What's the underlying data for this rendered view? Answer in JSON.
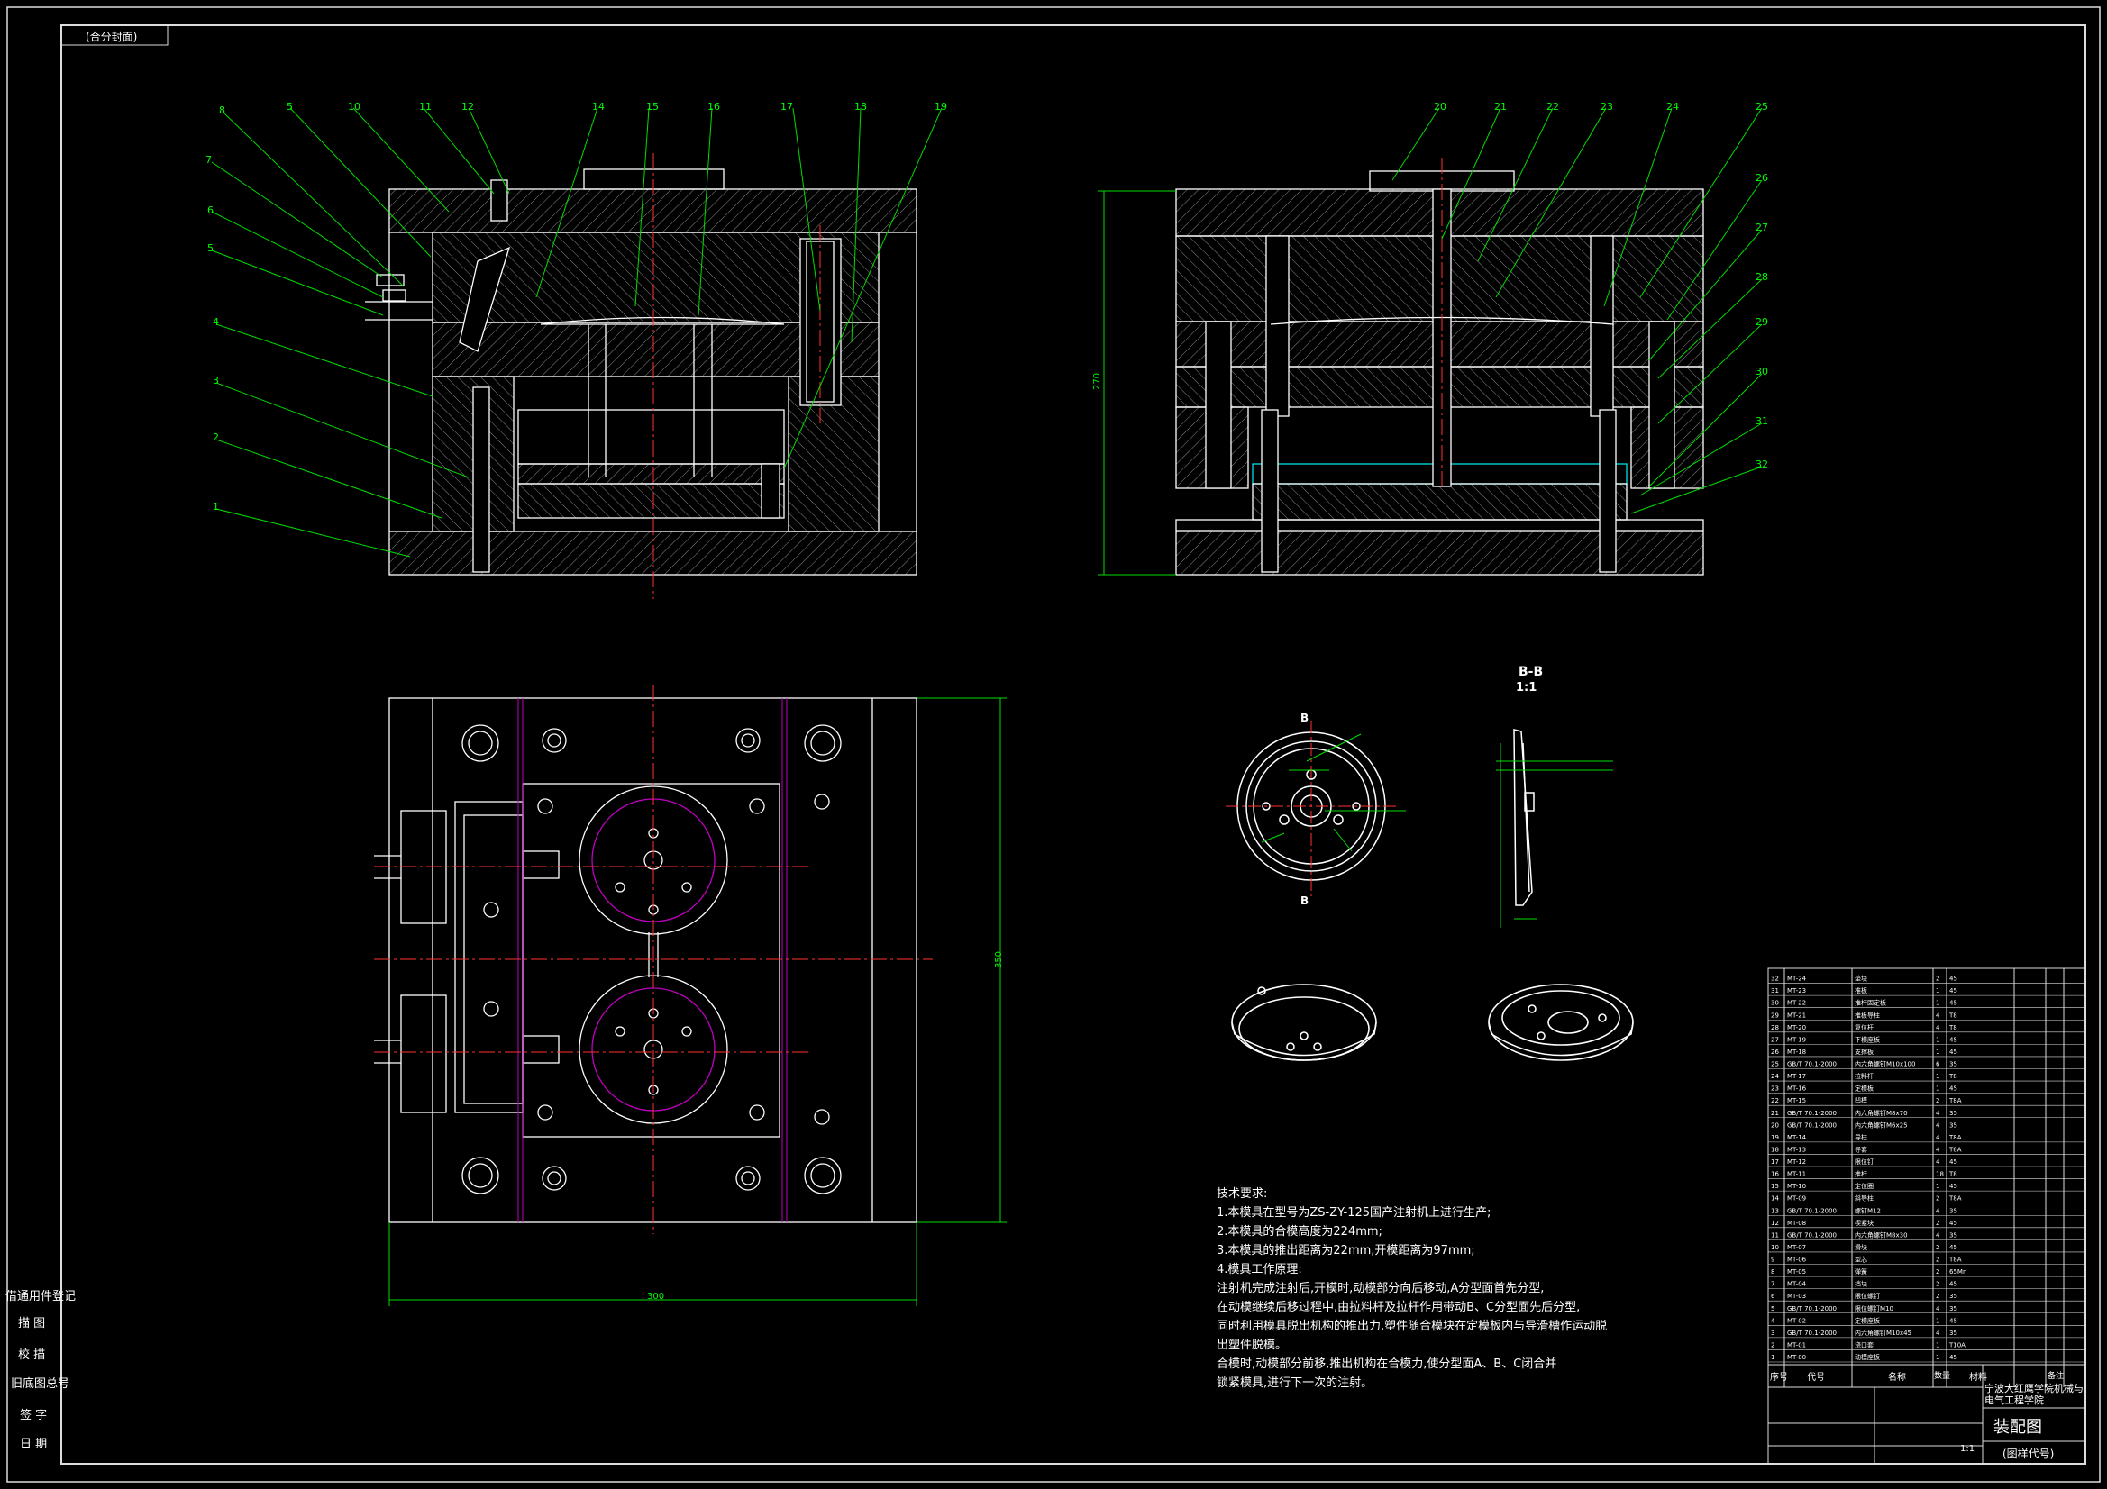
{
  "sheet": {
    "corner_label": "(合分封面)",
    "side_labels": [
      "借通用件登记",
      "描 图",
      "校 描",
      "旧底图总号",
      "签 字",
      "日 期"
    ]
  },
  "balloons_left": [
    "8",
    "5",
    "10",
    "11",
    "12",
    "14",
    "15",
    "16",
    "17",
    "18",
    "19",
    "7",
    "6",
    "5",
    "4",
    "3",
    "2",
    "1"
  ],
  "balloons_right": [
    "20",
    "21",
    "22",
    "23",
    "24",
    "25",
    "26",
    "27",
    "28",
    "29",
    "30",
    "31",
    "32"
  ],
  "section_view": {
    "title": "B-B",
    "scale": "1:1",
    "cut_mark": "B"
  },
  "dimensions": {
    "front_height": "270",
    "plan_height": "350",
    "plan_width": "300"
  },
  "tech_notes": {
    "title": "技术要求:",
    "lines": [
      "1.本模具在型号为ZS-ZY-125国产注射机上进行生产;",
      "2.本模具的合模高度为224mm;",
      "3.本模具的推出距离为22mm,开模距离为97mm;",
      "4.模具工作原理:",
      "注射机完成注射后,开模时,动模部分向后移动,A分型面首先分型,",
      "在动模继续后移过程中,由拉料杆及拉杆作用带动B、C分型面先后分型,",
      "同时利用模具脱出机构的推出力,塑件随合模块在定模板内与导滑槽作运动脱",
      "出塑件脱模。",
      "    合模时,动模部分前移,推出机构在合模力,使分型面A、B、C闭合并",
      "锁紧模具,进行下一次的注射。"
    ]
  },
  "title_block": {
    "school": "宁波大红鹰学院机械与电气工程学院",
    "drawing_name": "装配图",
    "drawing_code": "(图样代号)",
    "scale": "1:1",
    "header": [
      "序号",
      "代号",
      "名称",
      "数量",
      "材料",
      "备注"
    ]
  },
  "bom": [
    [
      "32",
      "MT-24",
      "垫块",
      "2",
      "45"
    ],
    [
      "31",
      "MT-23",
      "推板",
      "1",
      "45"
    ],
    [
      "30",
      "MT-22",
      "推杆固定板",
      "1",
      "45"
    ],
    [
      "29",
      "MT-21",
      "推板导柱",
      "4",
      "T8"
    ],
    [
      "28",
      "MT-20",
      "复位杆",
      "4",
      "T8"
    ],
    [
      "27",
      "MT-19",
      "下模座板",
      "1",
      "45"
    ],
    [
      "26",
      "MT-18",
      "支撑板",
      "1",
      "45"
    ],
    [
      "25",
      "GB/T 70.1-2000",
      "内六角螺钉M10x100",
      "6",
      "35"
    ],
    [
      "24",
      "MT-17",
      "拉料杆",
      "1",
      "T8"
    ],
    [
      "23",
      "MT-16",
      "定模板",
      "1",
      "45"
    ],
    [
      "22",
      "MT-15",
      "凹模",
      "2",
      "T8A"
    ],
    [
      "21",
      "GB/T 70.1-2000",
      "内六角螺钉M8x70",
      "4",
      "35"
    ],
    [
      "20",
      "GB/T 70.1-2000",
      "内六角螺钉M6x25",
      "4",
      "35"
    ],
    [
      "19",
      "MT-14",
      "导柱",
      "4",
      "T8A"
    ],
    [
      "18",
      "MT-13",
      "导套",
      "4",
      "T8A"
    ],
    [
      "17",
      "MT-12",
      "限位钉",
      "4",
      "45"
    ],
    [
      "16",
      "MT-11",
      "推杆",
      "18",
      "T8"
    ],
    [
      "15",
      "MT-10",
      "定位圈",
      "1",
      "45"
    ],
    [
      "14",
      "MT-09",
      "斜导柱",
      "2",
      "T8A"
    ],
    [
      "13",
      "GB/T 70.1-2000",
      "螺钉M12",
      "4",
      "35"
    ],
    [
      "12",
      "MT-08",
      "楔紧块",
      "2",
      "45"
    ],
    [
      "11",
      "GB/T 70.1-2000",
      "内六角螺钉M8x30",
      "4",
      "35"
    ],
    [
      "10",
      "MT-07",
      "滑块",
      "2",
      "45"
    ],
    [
      "9",
      "MT-06",
      "型芯",
      "2",
      "T8A"
    ],
    [
      "8",
      "MT-05",
      "弹簧",
      "2",
      "65Mn"
    ],
    [
      "7",
      "MT-04",
      "挡块",
      "2",
      "45"
    ],
    [
      "6",
      "MT-03",
      "限位螺钉",
      "2",
      "35"
    ],
    [
      "5",
      "GB/T 70.1-2000",
      "限位螺钉M10",
      "4",
      "35"
    ],
    [
      "4",
      "MT-02",
      "定模座板",
      "1",
      "45"
    ],
    [
      "3",
      "GB/T 70.1-2000",
      "内六角螺钉M10x45",
      "4",
      "35"
    ],
    [
      "2",
      "MT-01",
      "浇口套",
      "1",
      "T10A"
    ],
    [
      "1",
      "MT-00",
      "动模座板",
      "1",
      "45"
    ]
  ]
}
